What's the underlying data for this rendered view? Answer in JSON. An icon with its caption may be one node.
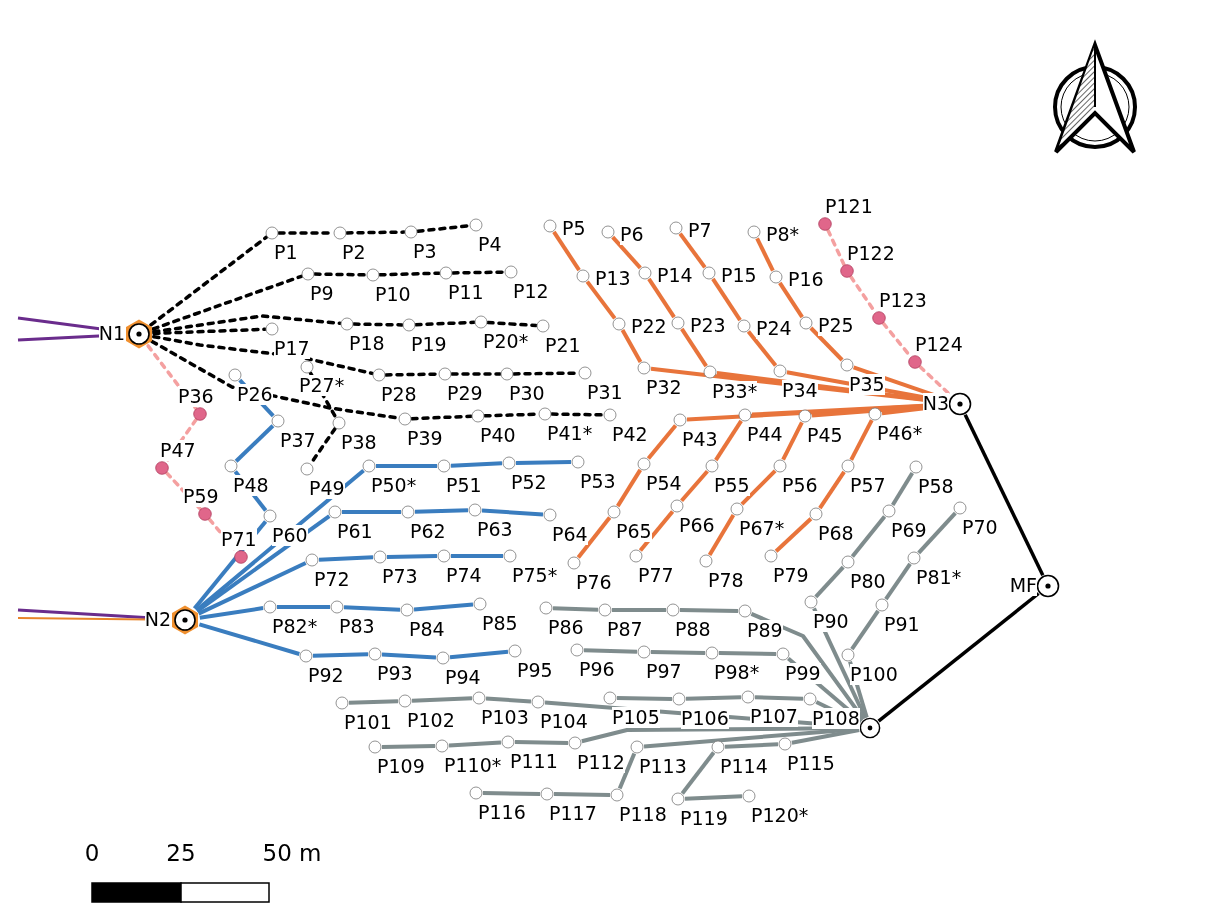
{
  "diagram": {
    "nodes": [
      {
        "text": [],
        "shape": "circle",
        "beside": [
          "P1"
        ]
      },
      {
        "text": [],
        "shape": "circle",
        "beside": [
          "P2"
        ]
      },
      {
        "text": [],
        "shape": "circle",
        "beside": [
          "P3"
        ]
      },
      {
        "text": [],
        "shape": "circle",
        "beside": [
          "P4"
        ]
      },
      {
        "text": [],
        "shape": "circle",
        "beside": [
          "P5"
        ]
      },
      {
        "text": [],
        "shape": "circle",
        "beside": [
          "P6"
        ]
      },
      {
        "text": [],
        "shape": "circle",
        "beside": [
          "P7"
        ]
      },
      {
        "text": [],
        "shape": "circle",
        "beside": [
          "P8*"
        ]
      },
      {
        "text": [],
        "shape": "circle",
        "beside": [
          "P9"
        ]
      },
      {
        "text": [],
        "shape": "circle",
        "beside": [
          "P10"
        ]
      },
      {
        "text": [],
        "shape": "circle",
        "beside": [
          "P11"
        ]
      },
      {
        "text": [],
        "shape": "circle",
        "beside": [
          "P12"
        ]
      },
      {
        "text": [],
        "shape": "circle",
        "beside": [
          "P13"
        ]
      },
      {
        "text": [],
        "shape": "circle",
        "beside": [
          "P14"
        ]
      },
      {
        "text": [],
        "shape": "circle",
        "beside": [
          "P15"
        ]
      },
      {
        "text": [],
        "shape": "circle",
        "beside": [
          "P16"
        ]
      },
      {
        "text": [],
        "shape": "circle",
        "beside": [
          "P17"
        ]
      },
      {
        "text": [],
        "shape": "circle",
        "beside": [
          "P18"
        ]
      },
      {
        "text": [],
        "shape": "circle",
        "beside": [
          "P19"
        ]
      },
      {
        "text": [],
        "shape": "circle",
        "beside": [
          "P20*"
        ]
      },
      {
        "text": [],
        "shape": "circle",
        "beside": [
          "P21"
        ]
      },
      {
        "text": [],
        "shape": "circle",
        "beside": [
          "P22"
        ]
      },
      {
        "text": [],
        "shape": "circle",
        "beside": [
          "P23"
        ]
      },
      {
        "text": [],
        "shape": "circle",
        "beside": [
          "P24"
        ]
      },
      {
        "text": [],
        "shape": "circle",
        "beside": [
          "P25"
        ]
      },
      {
        "text": [],
        "shape": "circle",
        "beside": [
          "P26"
        ]
      },
      {
        "text": [],
        "shape": "circle",
        "beside": [
          "P27*"
        ]
      },
      {
        "text": [],
        "shape": "circle",
        "beside": [
          "P28"
        ]
      },
      {
        "text": [],
        "shape": "circle",
        "beside": [
          "P29"
        ]
      },
      {
        "text": [],
        "shape": "circle",
        "beside": [
          "P30"
        ]
      },
      {
        "text": [],
        "shape": "circle",
        "beside": [
          "P31"
        ]
      },
      {
        "text": [],
        "shape": "circle",
        "beside": [
          "P32"
        ]
      },
      {
        "text": [],
        "shape": "circle",
        "beside": [
          "P33*"
        ]
      },
      {
        "text": [],
        "shape": "circle",
        "beside": [
          "P34"
        ]
      },
      {
        "text": [],
        "shape": "circle",
        "beside": [
          "P35"
        ]
      },
      {
        "text": [],
        "shape": "circle",
        "beside": [
          "P36"
        ]
      },
      {
        "text": [],
        "shape": "circle",
        "beside": [
          "P37"
        ]
      },
      {
        "text": [],
        "shape": "circle",
        "beside": [
          "P38"
        ]
      },
      {
        "text": [],
        "shape": "circle",
        "beside": [
          "P39"
        ]
      },
      {
        "text": [],
        "shape": "circle",
        "beside": [
          "P40"
        ]
      },
      {
        "text": [],
        "shape": "circle",
        "beside": [
          "P41*"
        ]
      },
      {
        "text": [],
        "shape": "circle",
        "beside": [
          "P42"
        ]
      },
      {
        "text": [],
        "shape": "circle",
        "beside": [
          "P43"
        ]
      },
      {
        "text": [],
        "shape": "circle",
        "beside": [
          "P44"
        ]
      },
      {
        "text": [],
        "shape": "circle",
        "beside": [
          "P45"
        ]
      },
      {
        "text": [],
        "shape": "circle",
        "beside": [
          "P46*"
        ]
      },
      {
        "text": [],
        "shape": "circle",
        "beside": [
          "P47"
        ]
      },
      {
        "text": [],
        "shape": "circle",
        "beside": [
          "P48"
        ]
      },
      {
        "text": [],
        "shape": "circle",
        "beside": [
          "P49"
        ]
      },
      {
        "text": [],
        "shape": "circle",
        "beside": [
          "P50*"
        ]
      },
      {
        "text": [],
        "shape": "circle",
        "beside": [
          "P51"
        ]
      },
      {
        "text": [],
        "shape": "circle",
        "beside": [
          "P52"
        ]
      },
      {
        "text": [],
        "shape": "circle",
        "beside": [
          "P53"
        ]
      },
      {
        "text": [],
        "shape": "circle",
        "beside": [
          "P54"
        ]
      },
      {
        "text": [],
        "shape": "circle",
        "beside": [
          "P55"
        ]
      },
      {
        "text": [],
        "shape": "circle",
        "beside": [
          "P56"
        ]
      },
      {
        "text": [],
        "shape": "circle",
        "beside": [
          "P57"
        ]
      },
      {
        "text": [],
        "shape": "circle",
        "beside": [
          "P58"
        ]
      },
      {
        "text": [],
        "shape": "circle",
        "beside": [
          "P59"
        ]
      },
      {
        "text": [],
        "shape": "circle",
        "beside": [
          "P60"
        ]
      },
      {
        "text": [],
        "shape": "circle",
        "beside": [
          "P61"
        ]
      },
      {
        "text": [],
        "shape": "circle",
        "beside": [
          "P62"
        ]
      },
      {
        "text": [],
        "shape": "circle",
        "beside": [
          "P63"
        ]
      },
      {
        "text": [],
        "shape": "circle",
        "beside": [
          "P64"
        ]
      },
      {
        "text": [],
        "shape": "circle",
        "beside": [
          "P65"
        ]
      },
      {
        "text": [],
        "shape": "circle",
        "beside": [
          "P66"
        ]
      },
      {
        "text": [],
        "shape": "circle",
        "beside": [
          "P67*"
        ]
      },
      {
        "text": [],
        "shape": "circle",
        "beside": [
          "P68"
        ]
      },
      {
        "text": [],
        "shape": "circle",
        "beside": [
          "P69"
        ]
      },
      {
        "text": [],
        "shape": "circle",
        "beside": [
          "P70"
        ]
      },
      {
        "text": [],
        "shape": "circle",
        "beside": [
          "P71"
        ]
      },
      {
        "text": [],
        "shape": "circle",
        "beside": [
          "P72"
        ]
      },
      {
        "text": [],
        "shape": "circle",
        "beside": [
          "P73"
        ]
      },
      {
        "text": [],
        "shape": "circle",
        "beside": [
          "P74"
        ]
      },
      {
        "text": [],
        "shape": "circle",
        "beside": [
          "P75*"
        ]
      },
      {
        "text": [],
        "shape": "circle",
        "beside": [
          "P76"
        ]
      },
      {
        "text": [],
        "shape": "circle",
        "beside": [
          "P77"
        ]
      },
      {
        "text": [],
        "shape": "circle",
        "beside": [
          "P78"
        ]
      },
      {
        "text": [],
        "shape": "circle",
        "beside": [
          "P79"
        ]
      },
      {
        "text": [],
        "shape": "circle",
        "beside": [
          "P80"
        ]
      },
      {
        "text": [],
        "shape": "circle",
        "beside": [
          "P81*"
        ]
      },
      {
        "text": [],
        "shape": "circle",
        "beside": [
          "P82*"
        ]
      },
      {
        "text": [],
        "shape": "circle",
        "beside": [
          "P83"
        ]
      },
      {
        "text": [],
        "shape": "circle",
        "beside": [
          "P84"
        ]
      },
      {
        "text": [],
        "shape": "circle",
        "beside": [
          "P85"
        ]
      },
      {
        "text": [],
        "shape": "circle",
        "beside": [
          "P86"
        ]
      },
      {
        "text": [],
        "shape": "circle",
        "beside": [
          "P87"
        ]
      },
      {
        "text": [],
        "shape": "circle",
        "beside": [
          "P88"
        ]
      },
      {
        "text": [],
        "shape": "circle",
        "beside": [
          "P89"
        ]
      },
      {
        "text": [],
        "shape": "circle",
        "beside": [
          "P90"
        ]
      },
      {
        "text": [],
        "shape": "circle",
        "beside": [
          "P91"
        ]
      },
      {
        "text": [],
        "shape": "circle",
        "beside": [
          "P92"
        ]
      },
      {
        "text": [],
        "shape": "circle",
        "beside": [
          "P93"
        ]
      },
      {
        "text": [],
        "shape": "circle",
        "beside": [
          "P94"
        ]
      },
      {
        "text": [],
        "shape": "circle",
        "beside": [
          "P95"
        ]
      },
      {
        "text": [],
        "shape": "circle",
        "beside": [
          "P96"
        ]
      },
      {
        "text": [],
        "shape": "circle",
        "beside": [
          "P97"
        ]
      },
      {
        "text": [],
        "shape": "circle",
        "beside": [
          "P98*"
        ]
      },
      {
        "text": [],
        "shape": "circle",
        "beside": [
          "P99"
        ]
      },
      {
        "text": [],
        "shape": "circle",
        "beside": [
          "P100"
        ]
      },
      {
        "text": [],
        "shape": "circle",
        "beside": [
          "P101"
        ]
      },
      {
        "text": [],
        "shape": "circle",
        "beside": [
          "P102"
        ]
      },
      {
        "text": [],
        "shape": "circle",
        "beside": [
          "P103"
        ]
      },
      {
        "text": [],
        "shape": "circle",
        "beside": [
          "P104"
        ]
      },
      {
        "text": [],
        "shape": "circle",
        "beside": [
          "P105"
        ]
      },
      {
        "text": [],
        "shape": "circle",
        "beside": [
          "P106"
        ]
      },
      {
        "text": [],
        "shape": "circle",
        "beside": [
          "P107"
        ]
      },
      {
        "text": [],
        "shape": "circle",
        "beside": [
          "P108"
        ]
      },
      {
        "text": [],
        "shape": "circle",
        "beside": [
          "P109"
        ]
      },
      {
        "text": [],
        "shape": "circle",
        "beside": [
          "P110*"
        ]
      },
      {
        "text": [],
        "shape": "circle",
        "beside": [
          "P111"
        ]
      },
      {
        "text": [],
        "shape": "circle",
        "beside": [
          "P112"
        ]
      },
      {
        "text": [],
        "shape": "circle",
        "beside": [
          "P113"
        ]
      },
      {
        "text": [],
        "shape": "circle",
        "beside": [
          "P114"
        ]
      },
      {
        "text": [],
        "shape": "circle",
        "beside": [
          "P115"
        ]
      },
      {
        "text": [],
        "shape": "circle",
        "beside": [
          "P116"
        ]
      },
      {
        "text": [],
        "shape": "circle",
        "beside": [
          "P117"
        ]
      },
      {
        "text": [],
        "shape": "circle",
        "beside": [
          "P118"
        ]
      },
      {
        "text": [],
        "shape": "circle",
        "beside": [
          "P119"
        ]
      },
      {
        "text": [],
        "shape": "circle",
        "beside": [
          "P120*"
        ]
      },
      {
        "text": [],
        "shape": "circle",
        "beside": [
          "P121"
        ]
      },
      {
        "text": [],
        "shape": "circle",
        "beside": [
          "P122"
        ]
      },
      {
        "text": [],
        "shape": "circle",
        "beside": [
          "P123"
        ]
      },
      {
        "text": [],
        "shape": "circle",
        "beside": [
          "P124"
        ]
      },
      {
        "text": [],
        "shape": "hexagon",
        "beside": [
          "N1"
        ]
      },
      {
        "text": [],
        "shape": "hexagon",
        "beside": [
          "N2"
        ]
      },
      {
        "text": [],
        "shape": "circle",
        "beside": [
          "N3"
        ]
      },
      {
        "text": [],
        "shape": "circle",
        "beside": [
          "MF"
        ]
      },
      {
        "text": [],
        "shape": "circle"
      }
    ],
    "edges": [
      {
        "from": 124,
        "to": 0,
        "arrow": "none",
        "style": "dashed",
        "color": "#000000"
      },
      {
        "from": 0,
        "to": 1,
        "arrow": "none",
        "style": "dashed",
        "color": "#000000"
      },
      {
        "from": 1,
        "to": 2,
        "arrow": "none",
        "style": "dashed",
        "color": "#000000"
      },
      {
        "from": 2,
        "to": 3,
        "arrow": "none",
        "style": "dashed",
        "color": "#000000"
      },
      {
        "from": 124,
        "to": 8,
        "arrow": "none",
        "style": "dashed",
        "color": "#000000"
      },
      {
        "from": 8,
        "to": 9,
        "arrow": "none",
        "style": "dashed",
        "color": "#000000"
      },
      {
        "from": 9,
        "to": 10,
        "arrow": "none",
        "style": "dashed",
        "color": "#000000"
      },
      {
        "from": 10,
        "to": 11,
        "arrow": "none",
        "style": "dashed",
        "color": "#000000"
      },
      {
        "from": 124,
        "to": 17,
        "arrow": "none",
        "style": "dashed",
        "color": "#000000"
      },
      {
        "from": 17,
        "to": 18,
        "arrow": "none",
        "style": "dashed",
        "color": "#000000"
      },
      {
        "from": 18,
        "to": 19,
        "arrow": "none",
        "style": "dashed",
        "color": "#000000"
      },
      {
        "from": 19,
        "to": 20,
        "arrow": "none",
        "style": "dashed",
        "color": "#000000"
      },
      {
        "from": 124,
        "to": 16,
        "arrow": "none",
        "style": "dashed",
        "color": "#000000"
      },
      {
        "from": 124,
        "to": 27,
        "arrow": "none",
        "style": "dashed",
        "color": "#000000"
      },
      {
        "from": 27,
        "to": 28,
        "arrow": "none",
        "style": "dashed",
        "color": "#000000"
      },
      {
        "from": 28,
        "to": 29,
        "arrow": "none",
        "style": "dashed",
        "color": "#000000"
      },
      {
        "from": 29,
        "to": 30,
        "arrow": "none",
        "style": "dashed",
        "color": "#000000"
      },
      {
        "from": 124,
        "to": 38,
        "arrow": "none",
        "style": "dashed",
        "color": "#000000"
      },
      {
        "from": 38,
        "to": 39,
        "arrow": "none",
        "style": "dashed",
        "color": "#000000"
      },
      {
        "from": 39,
        "to": 40,
        "arrow": "none",
        "style": "dashed",
        "color": "#000000"
      },
      {
        "from": 40,
        "to": 41,
        "arrow": "none",
        "style": "dashed",
        "color": "#000000"
      },
      {
        "from": 26,
        "to": 37,
        "arrow": "none",
        "style": "dashed",
        "color": "#000000"
      },
      {
        "from": 37,
        "to": 48,
        "arrow": "none",
        "style": "dashed",
        "color": "#000000"
      },
      {
        "from": 120,
        "to": 121,
        "arrow": "none",
        "style": "dashed",
        "color": "#f4a0a0"
      },
      {
        "from": 121,
        "to": 122,
        "arrow": "none",
        "style": "dashed",
        "color": "#f4a0a0"
      },
      {
        "from": 122,
        "to": 123,
        "arrow": "none",
        "style": "dashed",
        "color": "#f4a0a0"
      },
      {
        "from": 123,
        "to": 126,
        "arrow": "none",
        "style": "dashed",
        "color": "#f4a0a0"
      },
      {
        "from": 124,
        "to": 35,
        "arrow": "none",
        "style": "dashed",
        "color": "#f4a0a0"
      },
      {
        "from": 35,
        "to": 46,
        "arrow": "none",
        "style": "dashed",
        "color": "#f4a0a0"
      },
      {
        "from": 46,
        "to": 58,
        "arrow": "none",
        "style": "dashed",
        "color": "#f4a0a0"
      },
      {
        "from": 58,
        "to": 70,
        "arrow": "none",
        "style": "dashed",
        "color": "#f4a0a0"
      },
      {
        "from": 4,
        "to": 12,
        "arrow": "none",
        "color": "#e8743b"
      },
      {
        "from": 12,
        "to": 21,
        "arrow": "none",
        "color": "#e8743b"
      },
      {
        "from": 21,
        "to": 31,
        "arrow": "none",
        "color": "#e8743b"
      },
      {
        "from": 31,
        "to": 126,
        "arrow": "none",
        "color": "#e8743b"
      },
      {
        "from": 5,
        "to": 13,
        "arrow": "none",
        "color": "#e8743b"
      },
      {
        "from": 13,
        "to": 22,
        "arrow": "none",
        "color": "#e8743b"
      },
      {
        "from": 22,
        "to": 32,
        "arrow": "none",
        "color": "#e8743b"
      },
      {
        "from": 32,
        "to": 126,
        "arrow": "none",
        "color": "#e8743b"
      },
      {
        "from": 6,
        "to": 14,
        "arrow": "none",
        "color": "#e8743b"
      },
      {
        "from": 14,
        "to": 23,
        "arrow": "none",
        "color": "#e8743b"
      },
      {
        "from": 23,
        "to": 33,
        "arrow": "none",
        "color": "#e8743b"
      },
      {
        "from": 33,
        "to": 126,
        "arrow": "none",
        "color": "#e8743b"
      },
      {
        "from": 7,
        "to": 15,
        "arrow": "none",
        "color": "#e8743b"
      },
      {
        "from": 15,
        "to": 24,
        "arrow": "none",
        "color": "#e8743b"
      },
      {
        "from": 24,
        "to": 34,
        "arrow": "none",
        "color": "#e8743b"
      },
      {
        "from": 34,
        "to": 126,
        "arrow": "none",
        "color": "#e8743b"
      },
      {
        "from": 75,
        "to": 64,
        "arrow": "none",
        "color": "#e8743b"
      },
      {
        "from": 64,
        "to": 53,
        "arrow": "none",
        "color": "#e8743b"
      },
      {
        "from": 53,
        "to": 42,
        "arrow": "none",
        "color": "#e8743b"
      },
      {
        "from": 42,
        "to": 126,
        "arrow": "none",
        "color": "#e8743b"
      },
      {
        "from": 76,
        "to": 65,
        "arrow": "none",
        "color": "#e8743b"
      },
      {
        "from": 65,
        "to": 54,
        "arrow": "none",
        "color": "#e8743b"
      },
      {
        "from": 54,
        "to": 43,
        "arrow": "none",
        "color": "#e8743b"
      },
      {
        "from": 43,
        "to": 126,
        "arrow": "none",
        "color": "#e8743b"
      },
      {
        "from": 77,
        "to": 66,
        "arrow": "none",
        "color": "#e8743b"
      },
      {
        "from": 66,
        "to": 55,
        "arrow": "none",
        "color": "#e8743b"
      },
      {
        "from": 55,
        "to": 44,
        "arrow": "none",
        "color": "#e8743b"
      },
      {
        "from": 44,
        "to": 126,
        "arrow": "none",
        "color": "#e8743b"
      },
      {
        "from": 78,
        "to": 67,
        "arrow": "none",
        "color": "#e8743b"
      },
      {
        "from": 67,
        "to": 56,
        "arrow": "none",
        "color": "#e8743b"
      },
      {
        "from": 56,
        "to": 45,
        "arrow": "none",
        "color": "#e8743b"
      },
      {
        "from": 45,
        "to": 126,
        "arrow": "none",
        "color": "#e8743b"
      },
      {
        "from": 25,
        "to": 36,
        "arrow": "none",
        "color": "#3a7dbf"
      },
      {
        "from": 36,
        "to": 47,
        "arrow": "none",
        "color": "#3a7dbf"
      },
      {
        "from": 47,
        "to": 59,
        "arrow": "none",
        "color": "#3a7dbf"
      },
      {
        "from": 59,
        "to": 125,
        "arrow": "none",
        "color": "#3a7dbf"
      },
      {
        "from": 125,
        "to": 49,
        "arrow": "none",
        "color": "#3a7dbf"
      },
      {
        "from": 49,
        "to": 50,
        "arrow": "none",
        "color": "#3a7dbf"
      },
      {
        "from": 50,
        "to": 51,
        "arrow": "none",
        "color": "#3a7dbf"
      },
      {
        "from": 51,
        "to": 52,
        "arrow": "none",
        "color": "#3a7dbf"
      },
      {
        "from": 125,
        "to": 60,
        "arrow": "none",
        "color": "#3a7dbf"
      },
      {
        "from": 60,
        "to": 61,
        "arrow": "none",
        "color": "#3a7dbf"
      },
      {
        "from": 61,
        "to": 62,
        "arrow": "none",
        "color": "#3a7dbf"
      },
      {
        "from": 62,
        "to": 63,
        "arrow": "none",
        "color": "#3a7dbf"
      },
      {
        "from": 125,
        "to": 71,
        "arrow": "none",
        "color": "#3a7dbf"
      },
      {
        "from": 71,
        "to": 72,
        "arrow": "none",
        "color": "#3a7dbf"
      },
      {
        "from": 72,
        "to": 73,
        "arrow": "none",
        "color": "#3a7dbf"
      },
      {
        "from": 73,
        "to": 74,
        "arrow": "none",
        "color": "#3a7dbf"
      },
      {
        "from": 125,
        "to": 81,
        "arrow": "none",
        "color": "#3a7dbf"
      },
      {
        "from": 81,
        "to": 82,
        "arrow": "none",
        "color": "#3a7dbf"
      },
      {
        "from": 82,
        "to": 83,
        "arrow": "none",
        "color": "#3a7dbf"
      },
      {
        "from": 83,
        "to": 84,
        "arrow": "none",
        "color": "#3a7dbf"
      },
      {
        "from": 125,
        "to": 91,
        "arrow": "none",
        "color": "#3a7dbf"
      },
      {
        "from": 91,
        "to": 92,
        "arrow": "none",
        "color": "#3a7dbf"
      },
      {
        "from": 92,
        "to": 93,
        "arrow": "none",
        "color": "#3a7dbf"
      },
      {
        "from": 93,
        "to": 94,
        "arrow": "none",
        "color": "#3a7dbf"
      },
      {
        "from": 85,
        "to": 86,
        "arrow": "none"
      },
      {
        "from": 86,
        "to": 87,
        "arrow": "none"
      },
      {
        "from": 87,
        "to": 88,
        "arrow": "none"
      },
      {
        "from": 88,
        "to": 128,
        "arrow": "none"
      },
      {
        "from": 95,
        "to": 96,
        "arrow": "none"
      },
      {
        "from": 96,
        "to": 97,
        "arrow": "none"
      },
      {
        "from": 97,
        "to": 98,
        "arrow": "none"
      },
      {
        "from": 98,
        "to": 128,
        "arrow": "none"
      },
      {
        "from": 100,
        "to": 101,
        "arrow": "none"
      },
      {
        "from": 101,
        "to": 102,
        "arrow": "none"
      },
      {
        "from": 102,
        "to": 103,
        "arrow": "none"
      },
      {
        "from": 103,
        "to": 128,
        "arrow": "none"
      },
      {
        "from": 104,
        "to": 105,
        "arrow": "none"
      },
      {
        "from": 105,
        "to": 106,
        "arrow": "none"
      },
      {
        "from": 106,
        "to": 107,
        "arrow": "none"
      },
      {
        "from": 107,
        "to": 128,
        "arrow": "none"
      },
      {
        "from": 108,
        "to": 109,
        "arrow": "none"
      },
      {
        "from": 109,
        "to": 110,
        "arrow": "none"
      },
      {
        "from": 110,
        "to": 111,
        "arrow": "none"
      },
      {
        "from": 111,
        "to": 128,
        "arrow": "none"
      },
      {
        "from": 115,
        "to": 116,
        "arrow": "none"
      },
      {
        "from": 116,
        "to": 117,
        "arrow": "none"
      },
      {
        "from": 117,
        "to": 112,
        "arrow": "none"
      },
      {
        "from": 112,
        "to": 128,
        "arrow": "none"
      },
      {
        "from": 119,
        "to": 118,
        "arrow": "none"
      },
      {
        "from": 118,
        "to": 113,
        "arrow": "none"
      },
      {
        "from": 113,
        "to": 114,
        "arrow": "none"
      },
      {
        "from": 114,
        "to": 128,
        "arrow": "none"
      },
      {
        "from": 57,
        "to": 68,
        "arrow": "none"
      },
      {
        "from": 68,
        "to": 79,
        "arrow": "none"
      },
      {
        "from": 79,
        "to": 89,
        "arrow": "none"
      },
      {
        "from": 89,
        "to": 128,
        "arrow": "none"
      },
      {
        "from": 69,
        "to": 80,
        "arrow": "none"
      },
      {
        "from": 80,
        "to": 90,
        "arrow": "none"
      },
      {
        "from": 90,
        "to": 99,
        "arrow": "none"
      },
      {
        "from": 99,
        "to": 128,
        "arrow": "none"
      },
      {
        "from": 126,
        "to": 127,
        "arrow": "none",
        "color": "#000000"
      },
      {
        "from": 127,
        "to": 128,
        "arrow": "none",
        "color": "#000000"
      },
      {
        "from": null,
        "to": 124,
        "arrow": "none",
        "color": "#6a2c8c"
      },
      {
        "from": null,
        "to": 124,
        "arrow": "none",
        "color": "#6a2c8c"
      },
      {
        "from": null,
        "to": 125,
        "arrow": "none",
        "color": "#6a2c8c"
      },
      {
        "from": null,
        "to": 125,
        "arrow": "none",
        "color": "#e8842a"
      }
    ],
    "labels": [
      "0",
      "25",
      "50 m"
    ]
  }
}
